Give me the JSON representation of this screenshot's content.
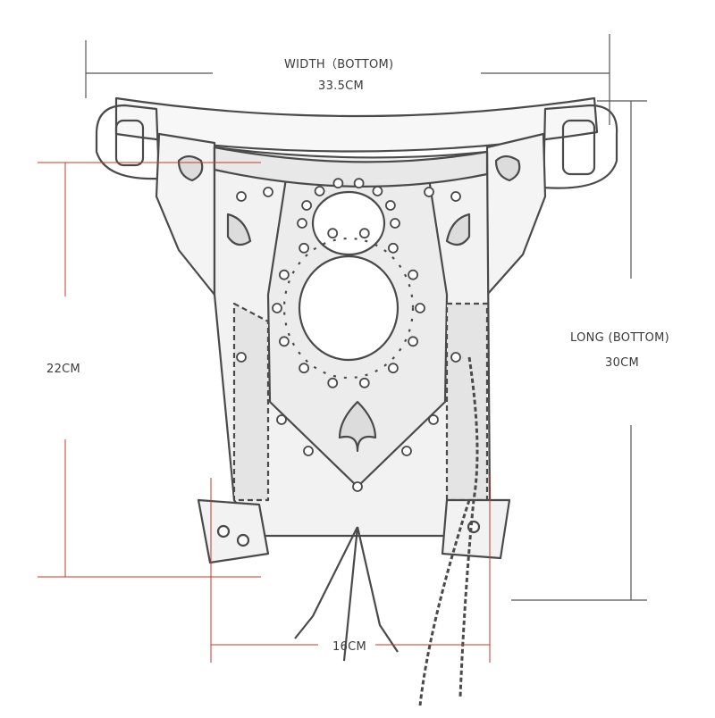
{
  "dimensions": {
    "width_bottom": {
      "label": "WIDTH（BOTTOM)",
      "value": "33.5CM"
    },
    "long_bottom": {
      "label": "LONG (BOTTOM)",
      "value": "30CM"
    },
    "height": {
      "value": "22CM"
    },
    "bottom_width": {
      "value": "16CM"
    }
  },
  "colors": {
    "outline": "#4a4a4a",
    "dimension_line_black": "#555555",
    "dimension_line_red": "#c0392b",
    "background": "#ffffff"
  },
  "icons": [
    "belt-bag-sketch",
    "oval-window-icon",
    "rivet-icon",
    "filigree-ornament-icon",
    "chain-icon"
  ]
}
